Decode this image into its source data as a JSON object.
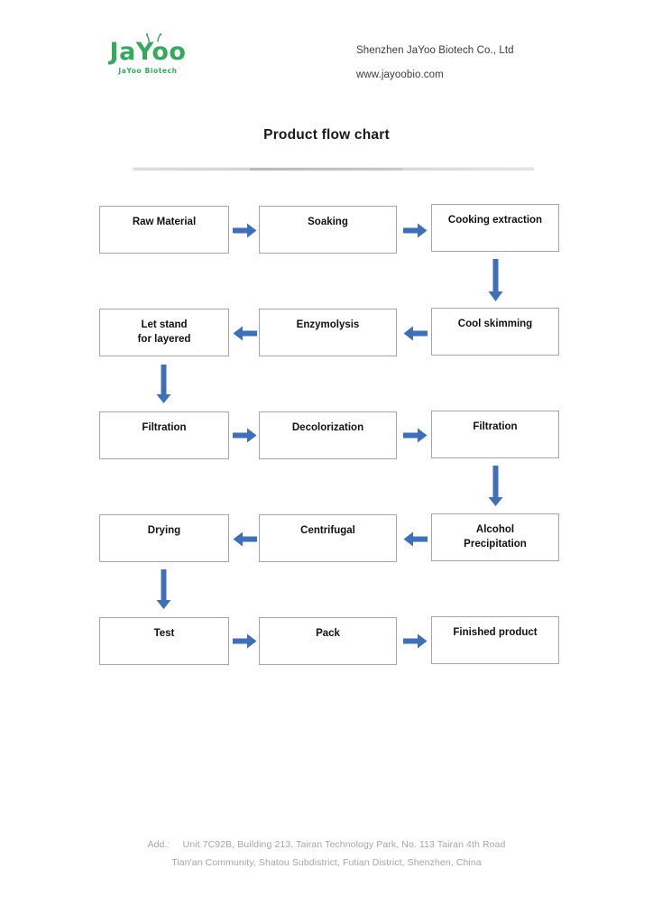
{
  "header": {
    "logo": {
      "wordmark": "JaYoo",
      "subtitle": "JaYoo  Biotech",
      "color": "#36a85f",
      "icon": "leaf-sprout-icon"
    },
    "company_name": "Shenzhen JaYoo Biotech Co., Ltd",
    "website": "www.jayoobio.com"
  },
  "title": "Product flow chart",
  "colors": {
    "arrow_blue": "#3f6fb5",
    "box_border": "#a6a6a6",
    "logo_green": "#36a85f",
    "footer_text": "#a6a6a6"
  },
  "chart_data": {
    "type": "diagram",
    "title": "Product flow chart",
    "layout": "serpentine-grid",
    "rows": 5,
    "columns": 3,
    "nodes": [
      {
        "id": "n1",
        "label": "Raw Material",
        "row": 1,
        "col": 1
      },
      {
        "id": "n2",
        "label": "Soaking",
        "row": 1,
        "col": 2
      },
      {
        "id": "n3",
        "label": "Cooking extraction",
        "row": 1,
        "col": 3
      },
      {
        "id": "n4",
        "label": "Cool skimming",
        "row": 2,
        "col": 3
      },
      {
        "id": "n5",
        "label": "Enzymolysis",
        "row": 2,
        "col": 2
      },
      {
        "id": "n6",
        "label": "Let stand\nfor layered",
        "row": 2,
        "col": 1
      },
      {
        "id": "n7",
        "label": "Filtration",
        "row": 3,
        "col": 1
      },
      {
        "id": "n8",
        "label": "Decolorization",
        "row": 3,
        "col": 2
      },
      {
        "id": "n9",
        "label": "Filtration",
        "row": 3,
        "col": 3
      },
      {
        "id": "n10",
        "label": "Alcohol\nPrecipitation",
        "row": 4,
        "col": 3
      },
      {
        "id": "n11",
        "label": "Centrifugal",
        "row": 4,
        "col": 2
      },
      {
        "id": "n12",
        "label": "Drying",
        "row": 4,
        "col": 1
      },
      {
        "id": "n13",
        "label": "Test",
        "row": 5,
        "col": 1
      },
      {
        "id": "n14",
        "label": "Pack",
        "row": 5,
        "col": 2
      },
      {
        "id": "n15",
        "label": "Finished product",
        "row": 5,
        "col": 3
      }
    ],
    "edges": [
      {
        "from": "n1",
        "to": "n2",
        "direction": "right"
      },
      {
        "from": "n2",
        "to": "n3",
        "direction": "right"
      },
      {
        "from": "n3",
        "to": "n4",
        "direction": "down"
      },
      {
        "from": "n4",
        "to": "n5",
        "direction": "left"
      },
      {
        "from": "n5",
        "to": "n6",
        "direction": "left"
      },
      {
        "from": "n6",
        "to": "n7",
        "direction": "down"
      },
      {
        "from": "n7",
        "to": "n8",
        "direction": "right"
      },
      {
        "from": "n8",
        "to": "n9",
        "direction": "right"
      },
      {
        "from": "n9",
        "to": "n10",
        "direction": "down"
      },
      {
        "from": "n10",
        "to": "n11",
        "direction": "left"
      },
      {
        "from": "n11",
        "to": "n12",
        "direction": "left"
      },
      {
        "from": "n12",
        "to": "n13",
        "direction": "down"
      },
      {
        "from": "n13",
        "to": "n14",
        "direction": "right"
      },
      {
        "from": "n14",
        "to": "n15",
        "direction": "right"
      }
    ]
  },
  "footer": {
    "label": "Add.:",
    "line1": "Unit 7C92B, Building 213, Tairan Technology Park, No. 113 Tairan 4th Road",
    "line2": "Tian'an Community, Shatou Subdistrict, Futian District, Shenzhen, China"
  }
}
